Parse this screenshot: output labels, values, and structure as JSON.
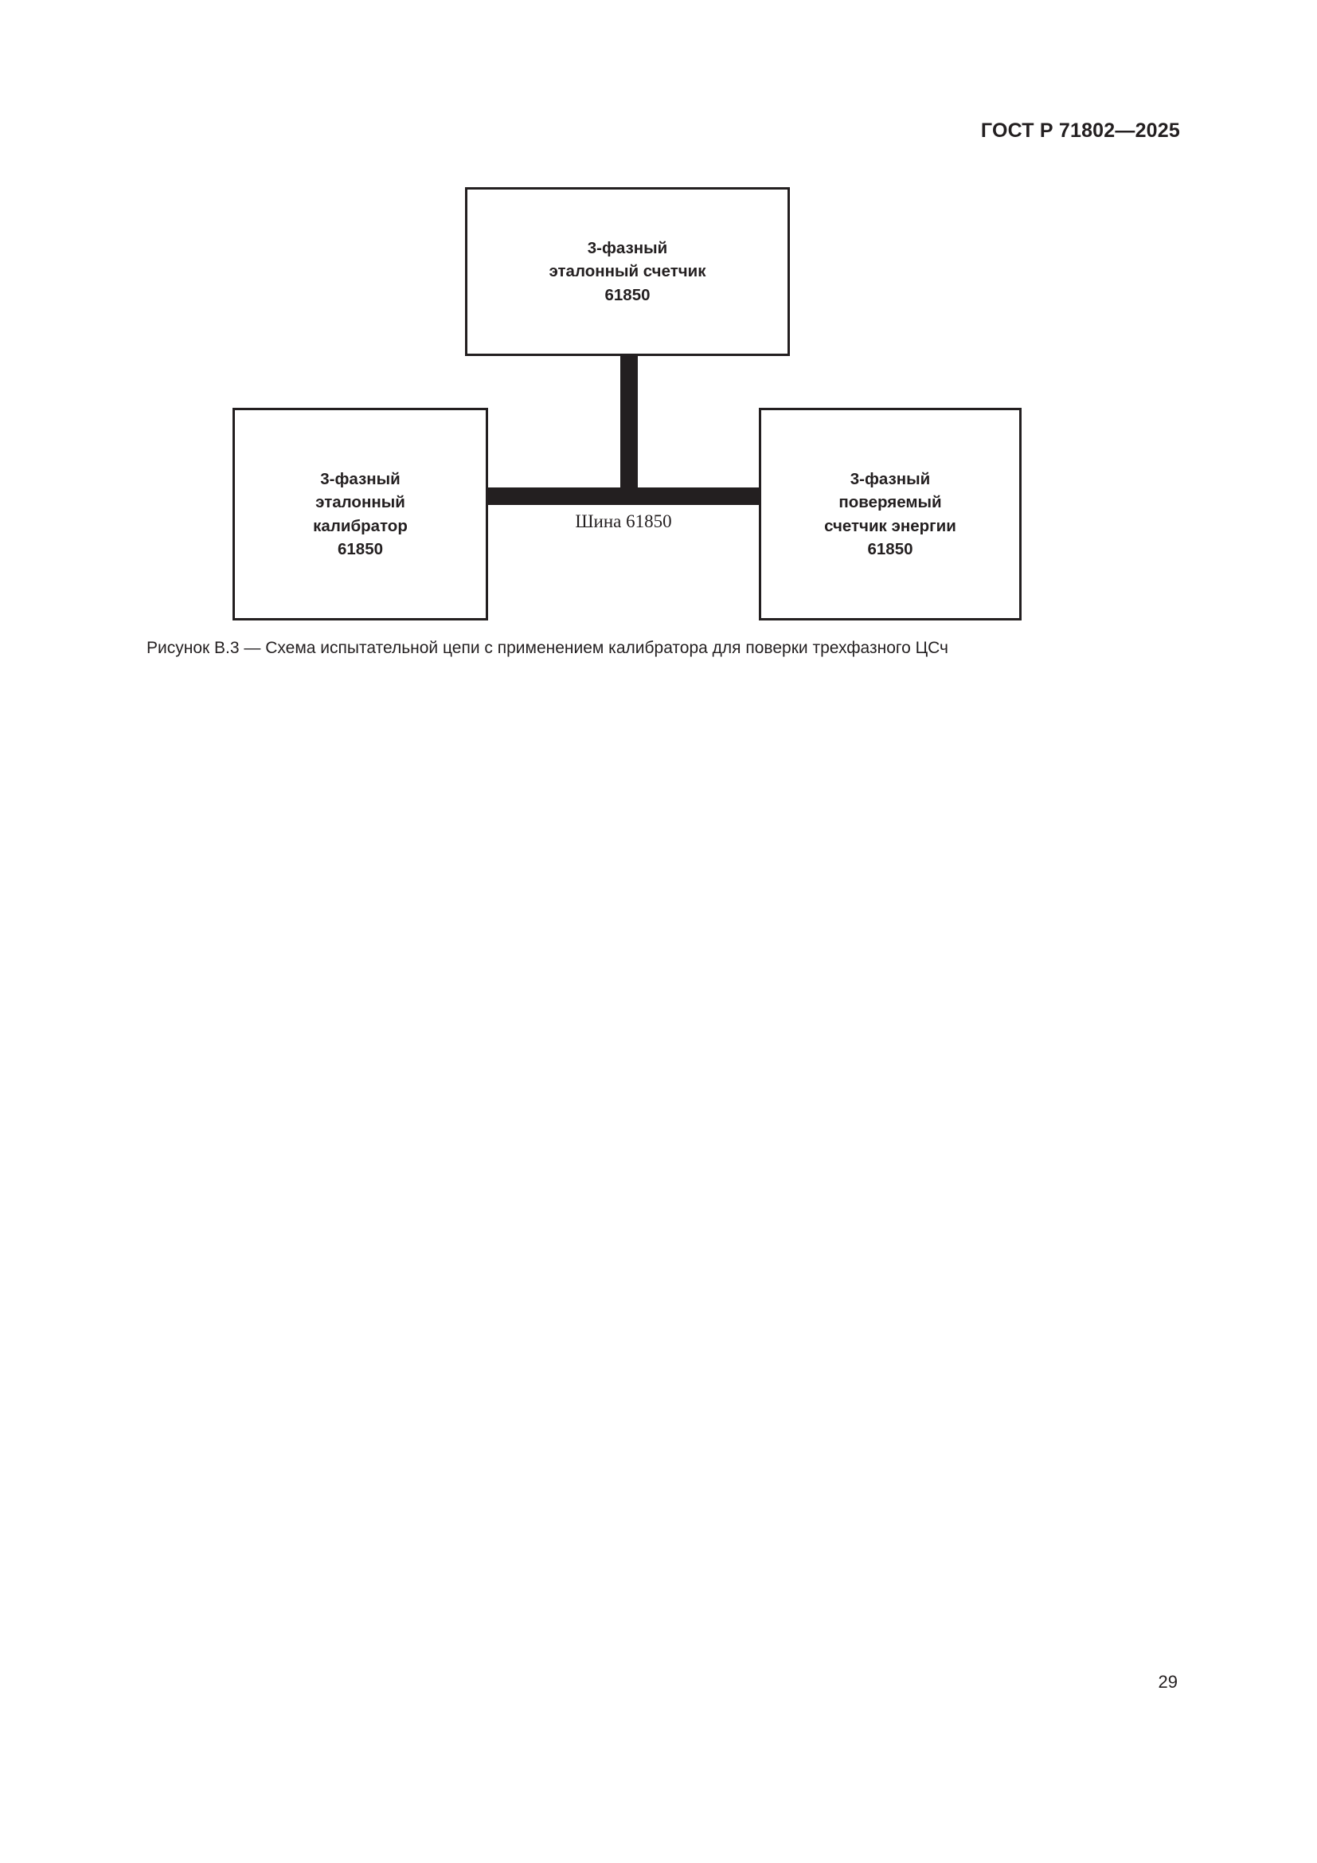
{
  "header": {
    "standard_code": "ГОСТ Р 71802—2025"
  },
  "figure": {
    "nodes": [
      {
        "id": "reference-meter",
        "lines": [
          "3-фазный",
          "эталонный счетчик",
          "61850"
        ]
      },
      {
        "id": "reference-calibrator",
        "lines": [
          "3-фазный",
          "эталонный",
          "калибратор",
          "61850"
        ]
      },
      {
        "id": "meter-under-test",
        "lines": [
          "3-фазный",
          "поверяемый",
          "счетчик энергии",
          "61850"
        ]
      }
    ],
    "bus_label": "Шина 61850",
    "caption": "Рисунок В.3 — Схема испытательной цепи с применением калибратора для поверки трехфазного ЦСч"
  },
  "footer": {
    "page_number": "29"
  },
  "colors": {
    "ink": "#231f20",
    "paper": "#ffffff"
  }
}
